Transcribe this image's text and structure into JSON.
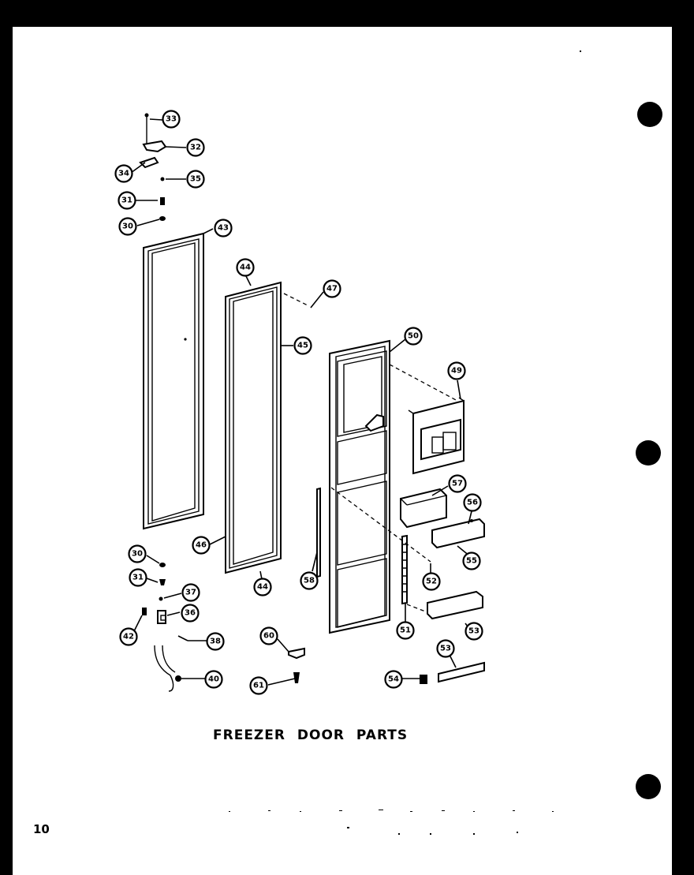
{
  "title": "FREEZER DOOR PARTS",
  "page_number": "10",
  "callouts": {
    "c33": "33",
    "c32": "32",
    "c34": "34",
    "c35": "35",
    "c31a": "31",
    "c30a": "30",
    "c43": "43",
    "c44a": "44",
    "c47": "47",
    "c45": "45",
    "c50": "50",
    "c49": "49",
    "c57": "57",
    "c56": "56",
    "c55": "55",
    "c46": "46",
    "c44b": "44",
    "c30b": "30",
    "c31b": "31",
    "c37": "37",
    "c36": "36",
    "c42": "42",
    "c38": "38",
    "c40": "40",
    "c60": "60",
    "c61": "61",
    "c58": "58",
    "c52": "52",
    "c51": "51",
    "c53a": "53",
    "c53b": "53",
    "c54": "54"
  },
  "binder_holes": 3
}
